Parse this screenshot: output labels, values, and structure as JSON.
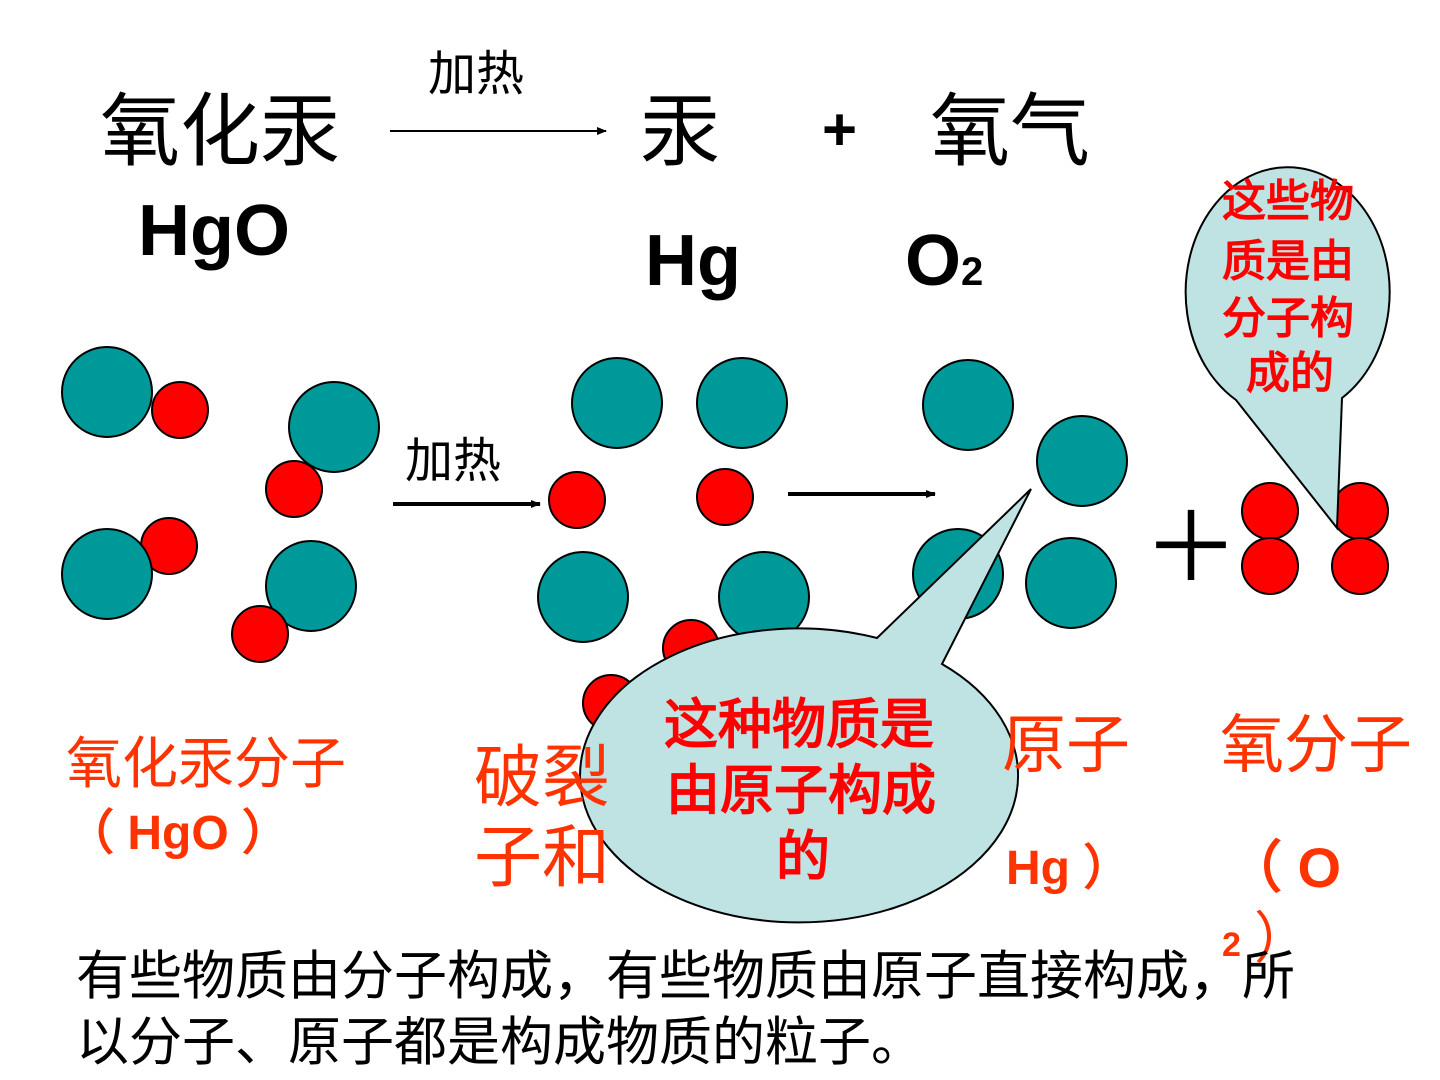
{
  "equation": {
    "condition": "加热",
    "reactant_name": "氧化汞",
    "reactant_formula": "HgO",
    "product1_name": "汞",
    "product1_formula": "Hg",
    "plus": "+",
    "product2_name": "氧气",
    "product2_formula_base": "O",
    "product2_formula_sub": "2"
  },
  "diagram": {
    "condition": "加热",
    "plus_sign": "＋"
  },
  "labels": {
    "hgo_molecule": "氧化汞分子",
    "hgo_formula": "（ HgO ）",
    "broken_line1": "破裂",
    "broken_line2": "子和",
    "hg_atom": "原子",
    "hg_formula": "Hg ）",
    "o2_molecule": "氧分子",
    "o2_formula_open": "（ O",
    "o2_formula_sub": "2",
    "o2_formula_close": "）"
  },
  "callouts": {
    "atoms": {
      "line1": "这种物质是",
      "line2": "由原子构成",
      "line3": "的"
    },
    "molecules": {
      "line1": "这些物",
      "line2": "质是由",
      "line3": "分子构",
      "line4": "成的"
    }
  },
  "conclusion": {
    "line1": "有些物质由分子构成，有些物质由原子直接构成，所",
    "line2": "以分子、原子都是构成物质的粒子。"
  },
  "colors": {
    "mercury_atom": "#009999",
    "oxygen_atom": "#ff0000",
    "callout_fill": "#bfe3e3",
    "label_red": "#ff0000",
    "label_orange": "#ff3300"
  }
}
